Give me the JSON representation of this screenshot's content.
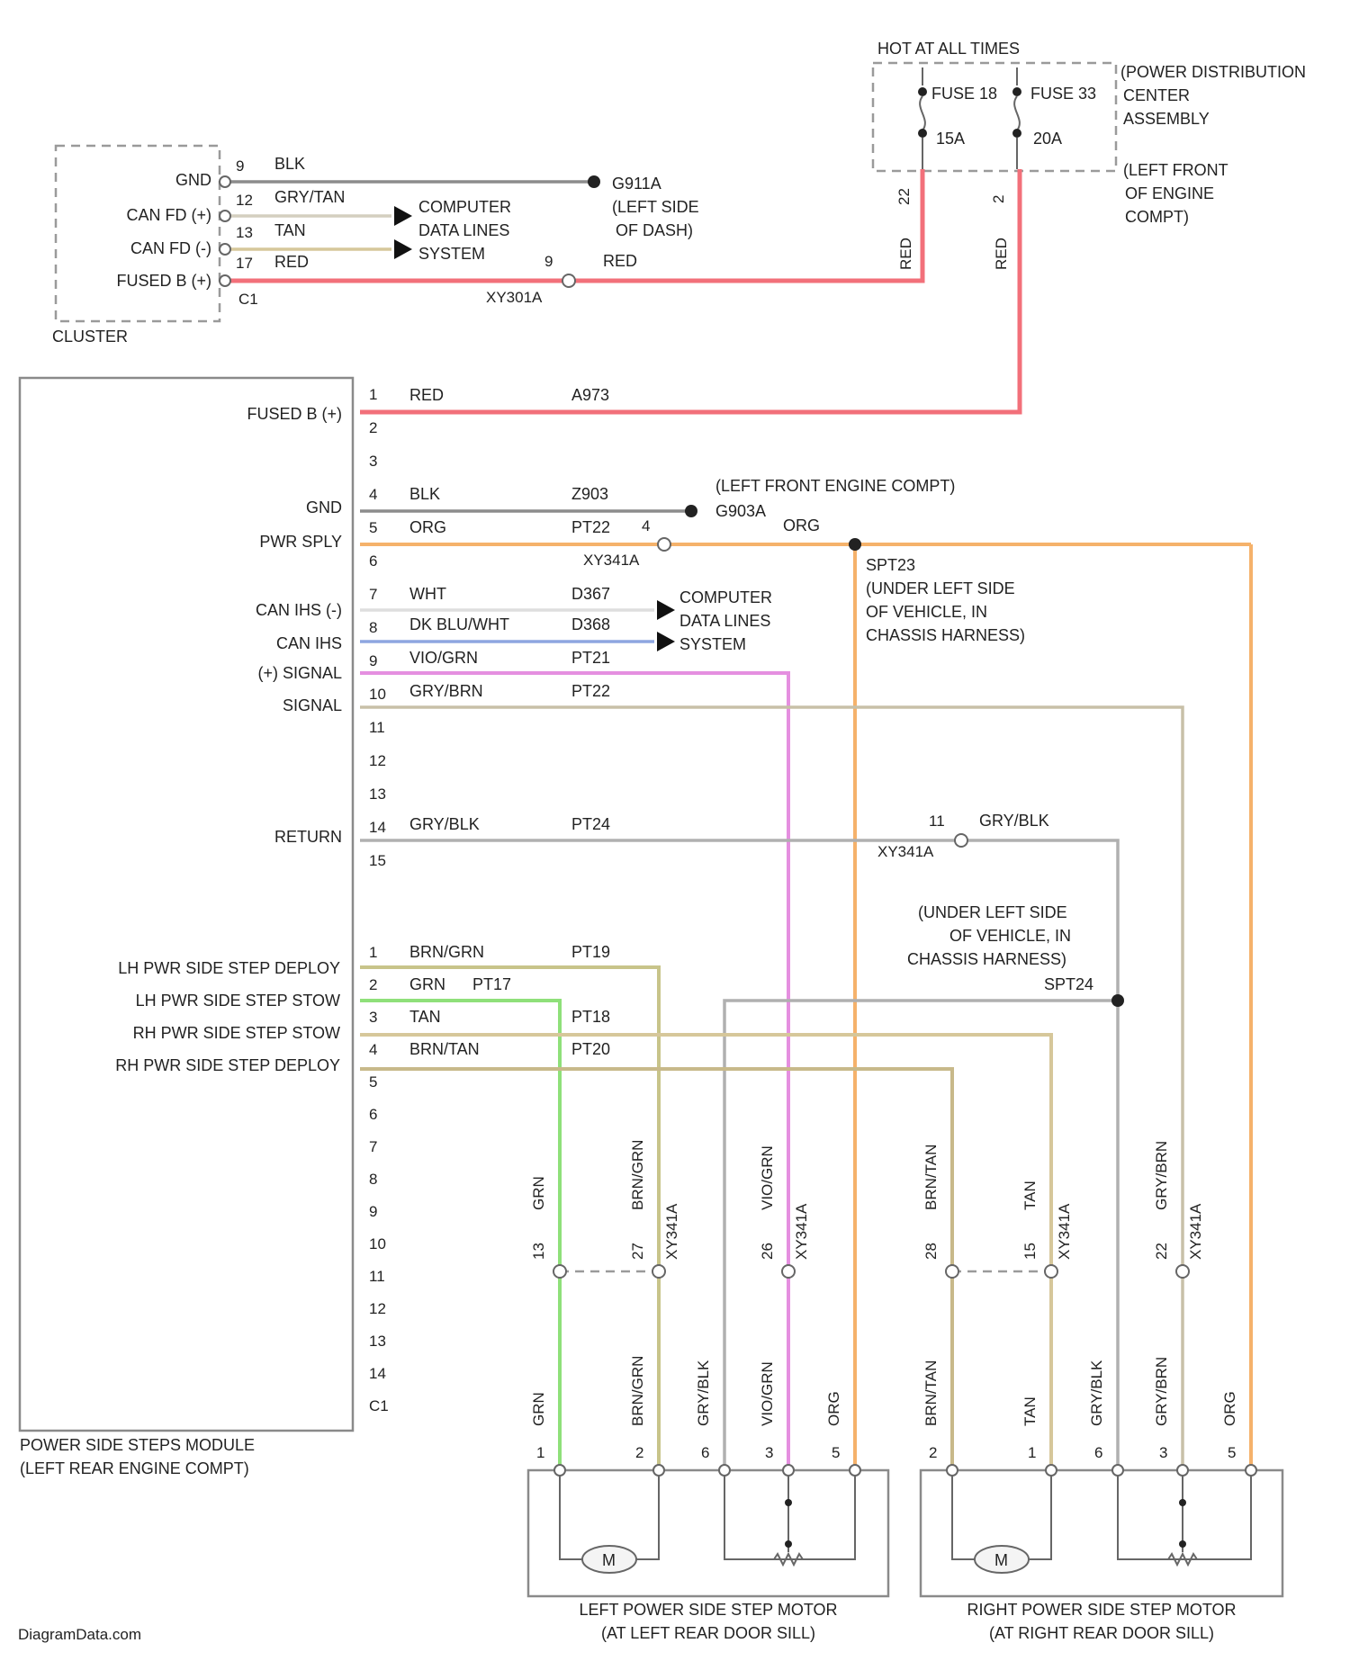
{
  "pdc": {
    "hot_label": "HOT AT ALL TIMES",
    "fuse1_label": "FUSE 18",
    "fuse1_rating": "15A",
    "fuse2_label": "FUSE 33",
    "fuse2_rating": "20A",
    "name_l1": "(POWER DISTRIBUTION",
    "name_l2": "CENTER",
    "name_l3": "ASSEMBLY",
    "loc_l1": "(LEFT FRONT",
    "loc_l2": "OF ENGINE",
    "loc_l3": "COMPT)",
    "fuse1_pin": "22",
    "fuse2_pin": "2",
    "fuse1_wire": "RED",
    "fuse2_wire": "RED"
  },
  "cluster": {
    "name": "CLUSTER",
    "connector": "C1",
    "pins": [
      {
        "label": "GND",
        "num": "9",
        "wire": "BLK"
      },
      {
        "label": "CAN FD (+)",
        "num": "12",
        "wire": "GRY/TAN"
      },
      {
        "label": "CAN FD (-)",
        "num": "13",
        "wire": "TAN"
      },
      {
        "label": "FUSED B (+)",
        "num": "17",
        "wire": "RED"
      }
    ],
    "ground_id": "G911A",
    "ground_loc_l1": "(LEFT SIDE",
    "ground_loc_l2": "OF DASH)",
    "cdl_l1": "COMPUTER",
    "cdl_l2": "DATA LINES",
    "cdl_l3": "SYSTEM",
    "inline_pin": "9",
    "inline_wire": "RED",
    "inline_conn": "XY301A"
  },
  "module": {
    "name_l1": "POWER SIDE STEPS MODULE",
    "name_l2": "(LEFT REAR ENGINE COMPT)",
    "c1": {
      "pins": [
        "1",
        "2",
        "3",
        "4",
        "5",
        "6",
        "7",
        "8",
        "9",
        "10",
        "11",
        "12",
        "13",
        "14",
        "15"
      ],
      "labels": {
        "p1": "FUSED B (+)",
        "p4": "GND",
        "p5": "PWR SPLY",
        "p7": "CAN IHS (-)",
        "p8": "CAN IHS",
        "p9": "(+) SIGNAL",
        "p10": "SIGNAL",
        "p14": "RETURN"
      },
      "wires": {
        "p1": "RED",
        "p1_ckt": "A973",
        "p4": "BLK",
        "p4_ckt": "Z903",
        "p5": "ORG",
        "p5_ckt": "PT22",
        "p7": "WHT",
        "p7_ckt": "D367",
        "p8": "DK BLU/WHT",
        "p8_ckt": "D368",
        "p9": "VIO/GRN",
        "p9_ckt": "PT21",
        "p10": "GRY/BRN",
        "p10_ckt": "PT22",
        "p14": "GRY/BLK",
        "p14_ckt": "PT24"
      }
    },
    "c2": {
      "pins": [
        "1",
        "2",
        "3",
        "4",
        "5",
        "6",
        "7",
        "8",
        "9",
        "10",
        "11",
        "12",
        "13",
        "14",
        "C1"
      ],
      "labels": {
        "p1": "LH PWR SIDE STEP DEPLOY",
        "p2": "LH PWR SIDE STEP STOW",
        "p3": "RH PWR SIDE STEP STOW",
        "p4": "RH PWR SIDE STEP DEPLOY"
      },
      "wires": {
        "p1": "BRN/GRN",
        "p1_ckt": "PT19",
        "p2": "GRN",
        "p2_ckt": "PT17",
        "p3": "TAN",
        "p3_ckt": "PT18",
        "p4": "BRN/TAN",
        "p4_ckt": "PT20"
      }
    }
  },
  "ground2": {
    "id": "G903A",
    "loc": "(LEFT FRONT ENGINE COMPT)",
    "pin": "4",
    "wire": "ORG",
    "conn": "XY341A"
  },
  "splice1": {
    "id": "SPT23",
    "loc_l1": "(UNDER LEFT SIDE",
    "loc_l2": "OF VEHICLE, IN",
    "loc_l3": "CHASSIS HARNESS)"
  },
  "cdl2": {
    "l1": "COMPUTER",
    "l2": "DATA LINES",
    "l3": "SYSTEM"
  },
  "return_inline": {
    "pin": "11",
    "wire": "GRY/BLK",
    "conn": "XY341A"
  },
  "splice2": {
    "id": "SPT24",
    "loc_l1": "(UNDER LEFT SIDE",
    "loc_l2": "OF VEHICLE, IN",
    "loc_l3": "CHASSIS HARNESS)"
  },
  "inline_connectors": [
    {
      "pin": "13",
      "wire": "GRN",
      "conn": ""
    },
    {
      "pin": "27",
      "wire": "BRN/GRN",
      "conn": "XY341A"
    },
    {
      "pin": "26",
      "wire": "VIO/GRN",
      "conn": "XY341A"
    },
    {
      "pin": "28",
      "wire": "BRN/TAN",
      "conn": ""
    },
    {
      "pin": "15",
      "wire": "TAN",
      "conn": "XY341A"
    },
    {
      "pin": "22",
      "wire": "GRY/BRN",
      "conn": "XY341A"
    }
  ],
  "left_motor": {
    "name_l1": "LEFT POWER SIDE STEP MOTOR",
    "name_l2": "(AT LEFT REAR DOOR SILL)",
    "motor_symbol": "M",
    "pins": [
      {
        "wire": "GRN",
        "num": "1"
      },
      {
        "wire": "BRN/GRN",
        "num": "2"
      },
      {
        "wire": "GRY/BLK",
        "num": "6"
      },
      {
        "wire": "VIO/GRN",
        "num": "3"
      },
      {
        "wire": "ORG",
        "num": "5"
      }
    ]
  },
  "right_motor": {
    "name_l1": "RIGHT POWER SIDE STEP MOTOR",
    "name_l2": "(AT RIGHT REAR DOOR SILL)",
    "motor_symbol": "M",
    "pins": [
      {
        "wire": "BRN/TAN",
        "num": "2"
      },
      {
        "wire": "TAN",
        "num": "1"
      },
      {
        "wire": "GRY/BLK",
        "num": "6"
      },
      {
        "wire": "GRY/BRN",
        "num": "3"
      },
      {
        "wire": "ORG",
        "num": "5"
      }
    ]
  },
  "footer": "DiagramData.com",
  "colors": {
    "red": "#f2707a",
    "orange": "#f5b26b",
    "black": "#8c8c8c",
    "tan": "#d6c79a",
    "green": "#8fe07a",
    "violet": "#e58fe0",
    "blue": "#8ea6e0",
    "brngrn": "#c8c48a",
    "brntan": "#c8b98a",
    "grybrn": "#c8c0a8",
    "gryblk": "#b0b0b0",
    "grytan": "#d4cfbf",
    "white": "#dedede",
    "frame": "#8a8a8a"
  }
}
